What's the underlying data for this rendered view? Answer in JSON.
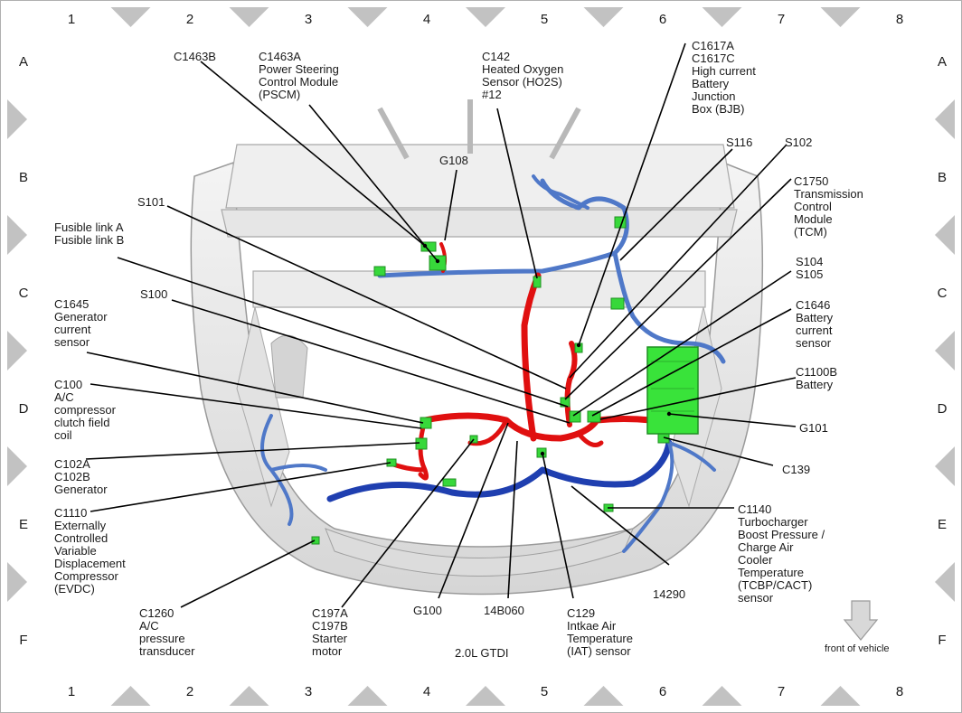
{
  "grid": {
    "columns": [
      "1",
      "2",
      "3",
      "4",
      "5",
      "6",
      "7",
      "8"
    ],
    "rows": [
      "A",
      "B",
      "C",
      "D",
      "E",
      "F"
    ]
  },
  "labels": [
    {
      "id": "c1463b",
      "lines": [
        "C1463B"
      ]
    },
    {
      "id": "c1463a",
      "lines": [
        "C1463A",
        "Power Steering",
        "Control Module",
        "(PSCM)"
      ]
    },
    {
      "id": "g108",
      "lines": [
        "G108"
      ]
    },
    {
      "id": "c142",
      "lines": [
        "C142",
        "Heated Oxygen",
        "Sensor (HO2S)",
        "#12"
      ]
    },
    {
      "id": "c1617",
      "lines": [
        "C1617A",
        "C1617C",
        "High current",
        "Battery",
        "Junction",
        "Box (BJB)"
      ]
    },
    {
      "id": "s116",
      "lines": [
        "S116"
      ]
    },
    {
      "id": "s102",
      "lines": [
        "S102"
      ]
    },
    {
      "id": "c1750",
      "lines": [
        "C1750",
        "Transmission",
        "Control",
        "Module",
        "(TCM)"
      ]
    },
    {
      "id": "s101",
      "lines": [
        "S101"
      ]
    },
    {
      "id": "fusible",
      "lines": [
        "Fusible link A",
        "Fusible link B"
      ]
    },
    {
      "id": "s104",
      "lines": [
        "S104",
        "S105"
      ]
    },
    {
      "id": "c1645",
      "lines": [
        "C1645",
        "Generator",
        "current",
        "sensor"
      ]
    },
    {
      "id": "s100",
      "lines": [
        "S100"
      ]
    },
    {
      "id": "c1646",
      "lines": [
        "C1646",
        "Battery",
        "current",
        "sensor"
      ]
    },
    {
      "id": "c100",
      "lines": [
        "C100",
        "A/C",
        "compressor",
        "clutch field",
        "coil"
      ]
    },
    {
      "id": "c1100b",
      "lines": [
        "C1100B",
        "Battery"
      ]
    },
    {
      "id": "g101",
      "lines": [
        "G101"
      ]
    },
    {
      "id": "c102",
      "lines": [
        "C102A",
        "C102B",
        "Generator"
      ]
    },
    {
      "id": "c139",
      "lines": [
        "C139"
      ]
    },
    {
      "id": "c1110",
      "lines": [
        "C1110",
        "Externally",
        "Controlled",
        "Variable",
        "Displacement",
        "Compressor",
        "(EVDC)"
      ]
    },
    {
      "id": "c1140",
      "lines": [
        "C1140",
        "Turbocharger",
        "Boost Pressure /",
        "Charge Air",
        "Cooler",
        "Temperature",
        "(TCBP/CACT)",
        "sensor"
      ]
    },
    {
      "id": "h14290",
      "lines": [
        "14290"
      ]
    },
    {
      "id": "c1260",
      "lines": [
        "C1260",
        "A/C",
        "pressure",
        "transducer"
      ]
    },
    {
      "id": "c197",
      "lines": [
        "C197A",
        "C197B",
        "Starter",
        "motor"
      ]
    },
    {
      "id": "g100",
      "lines": [
        "G100"
      ]
    },
    {
      "id": "h14b060",
      "lines": [
        "14B060"
      ]
    },
    {
      "id": "c129",
      "lines": [
        "C129",
        "Intkae Air",
        "Temperature",
        "(IAT) sensor"
      ]
    }
  ],
  "engine_label": "2.0L GTDI",
  "front_of_vehicle": "front of vehicle",
  "colors": {
    "harness_red": "#e01010",
    "harness_blue": "#1f3fb0",
    "harness_light_blue": "#4f78c8",
    "connector_green": "#37d83a",
    "battery_green": "#39e33a",
    "frame_gray": "#e8e8e8",
    "frame_outline": "#9a9a9a"
  }
}
